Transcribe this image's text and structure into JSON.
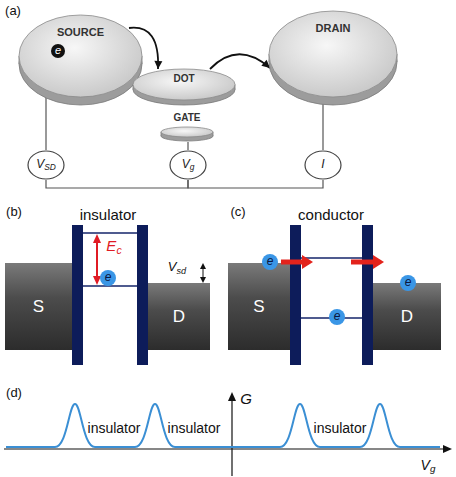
{
  "diagram": {
    "nodes": [
      {
        "text": [
          "SOURCE"
        ]
      },
      {
        "text": [
          "DOT"
        ]
      },
      {
        "text": [
          "DRAIN"
        ]
      },
      {
        "text": [
          "GATE"
        ]
      },
      {
        "text": [
          "V",
          "SD"
        ]
      },
      {
        "text": [
          "V",
          "g"
        ]
      },
      {
        "text": [
          "I"
        ]
      },
      {
        "text": [
          "S"
        ]
      },
      {
        "text": [
          "D"
        ]
      },
      {
        "text": [
          "S"
        ]
      },
      {
        "text": [
          "D"
        ]
      }
    ],
    "edges": [
      {
        "from": 0,
        "to": 1,
        "arrow": "to"
      },
      {
        "from": 1,
        "to": 2,
        "arrow": "to"
      },
      {
        "from": 0,
        "to": 4,
        "arrow": "none"
      },
      {
        "from": 4,
        "to": 5,
        "arrow": "none"
      },
      {
        "from": 3,
        "to": 5,
        "arrow": "none"
      },
      {
        "from": 5,
        "to": 6,
        "arrow": "none"
      },
      {
        "from": 6,
        "to": 2,
        "arrow": "none"
      }
    ],
    "labels": [
      "(a)",
      "e",
      "(b)",
      "insulator",
      "E",
      "c",
      "e",
      "V",
      "sd",
      "(c)",
      "conductor",
      "e",
      "e",
      "e",
      "(d)",
      "G",
      "insulator",
      "insulator",
      "insulator",
      "V",
      "g"
    ]
  }
}
